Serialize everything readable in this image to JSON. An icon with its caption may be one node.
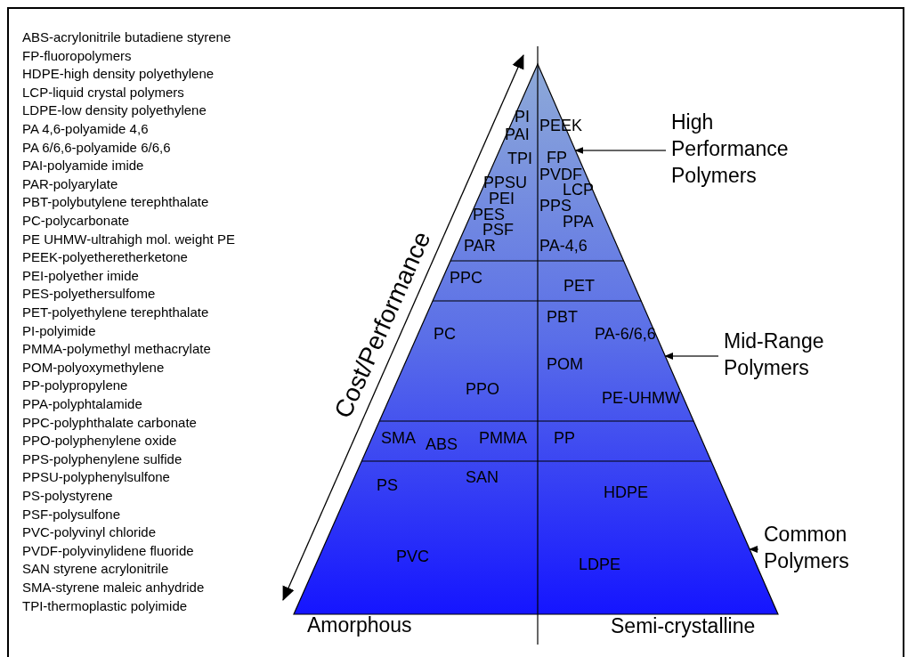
{
  "diagram": {
    "nodes": [
      {
        "text": [],
        "shape": "triangle",
        "beside": [
          "Amorphous",
          "Semi-crystalline"
        ]
      },
      {
        "text": [
          "High Performance Polymers"
        ]
      },
      {
        "text": [
          "Mid-Range Polymers"
        ]
      },
      {
        "text": [
          "Common Polymers"
        ]
      }
    ],
    "edges": [
      {
        "from": 1,
        "to": 0,
        "arrow": "to"
      },
      {
        "from": 2,
        "to": 0,
        "arrow": "to"
      },
      {
        "from": 3,
        "to": 0,
        "arrow": "to"
      }
    ],
    "labels": [
      "ABS-acrylonitrile butadiene styrene",
      "FP-fluoropolymers",
      "HDPE-high density polyethylene",
      "LCP-liquid crystal polymers",
      "LDPE-low density polyethylene",
      "PA 4,6-polyamide 4,6",
      "PA 6/6,6-polyamide 6/6,6",
      "PAI-polyamide imide",
      "PAR-polyarylate",
      "PBT-polybutylene terephthalate",
      "PC-polycarbonate",
      "PE UHMW-ultrahigh mol. weight PE",
      "PEEK-polyetheretherketone",
      "PEI-polyether imide",
      "PES-polyethersulfome",
      "PET-polyethylene terephthalate",
      "PI-polyimide",
      "PMMA-polymethyl methacrylate",
      "POM-polyoxymethylene",
      "PP-polypropylene",
      "PPA-polyphtalamide",
      "PPC-polyphthalate carbonate",
      "PPO-polyphenylene oxide",
      "PPS-polyphenylene sulfide",
      "PPSU-polyphenylsulfone",
      "PS-polystyrene",
      "PSF-polysulfone",
      "PVC-polyvinyl chloride",
      "PVDF-polyvinylidene fluoride",
      "SAN styrene acrylonitrile",
      "SMA-styrene maleic anhydride",
      "TPI-thermoplastic polyimide",
      "Cost/Performance",
      "PI",
      "PEEK",
      "PAI",
      "TPI",
      "FP",
      "PVDF",
      "PPSU",
      "LCP",
      "PEI",
      "PPS",
      "PES",
      "PPA",
      "PSF",
      "PAR",
      "PA-4,6",
      "PPC",
      "PET",
      "PBT",
      "PC",
      "PA-6/6,6",
      "POM",
      "PPO",
      "PE-UHMW",
      "SMA",
      "ABS",
      "PMMA",
      "PP",
      "PS",
      "SAN",
      "HDPE",
      "PVC",
      "LDPE"
    ]
  }
}
